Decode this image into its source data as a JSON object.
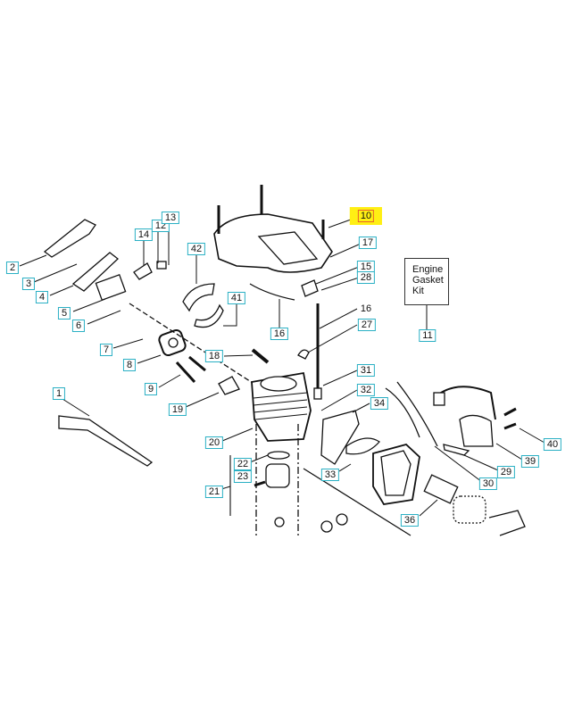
{
  "diagram": {
    "highlighted_part": "10",
    "labels": [
      "1",
      "2",
      "3",
      "4",
      "5",
      "6",
      "7",
      "8",
      "9",
      "10",
      "11",
      "12",
      "13",
      "14",
      "15",
      "16",
      "16",
      "17",
      "18",
      "19",
      "20",
      "21",
      "22",
      "23",
      "27",
      "28",
      "29",
      "30",
      "31",
      "32",
      "33",
      "34",
      "36",
      "39",
      "40",
      "41",
      "42"
    ],
    "kit_box": {
      "line1": "Engine",
      "line2": "Gasket",
      "line3": "Kit"
    },
    "colors": {
      "label_border": "#2ab0c4",
      "highlight": "#ffef14",
      "highlight_border": "#e8622a"
    }
  }
}
